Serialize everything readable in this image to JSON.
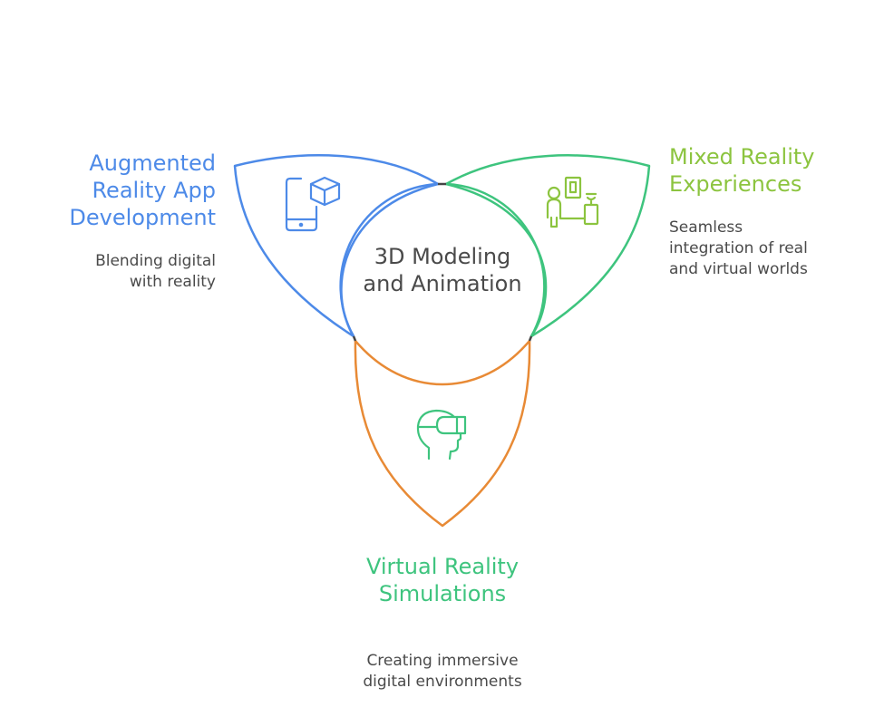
{
  "center": {
    "title": "3D Modeling and Animation"
  },
  "petals": [
    {
      "id": "augmented",
      "title": "Augmented Reality App Development",
      "description": "Blending digital with reality",
      "icon": "phone-cube-icon",
      "color": "#4d8ae8",
      "title_color": "#4d8ae8"
    },
    {
      "id": "mixed",
      "title": "Mixed Reality Experiences",
      "description": "Seamless integration of real and virtual worlds",
      "icon": "person-presentation-icon",
      "color": "#3ec47e",
      "title_color": "#8cc43f"
    },
    {
      "id": "virtual",
      "title": "Virtual Reality Simulations",
      "description": "Creating immersive digital environments",
      "icon": "vr-headset-icon",
      "color": "#e88a35",
      "title_color": "#3ec47e"
    }
  ]
}
